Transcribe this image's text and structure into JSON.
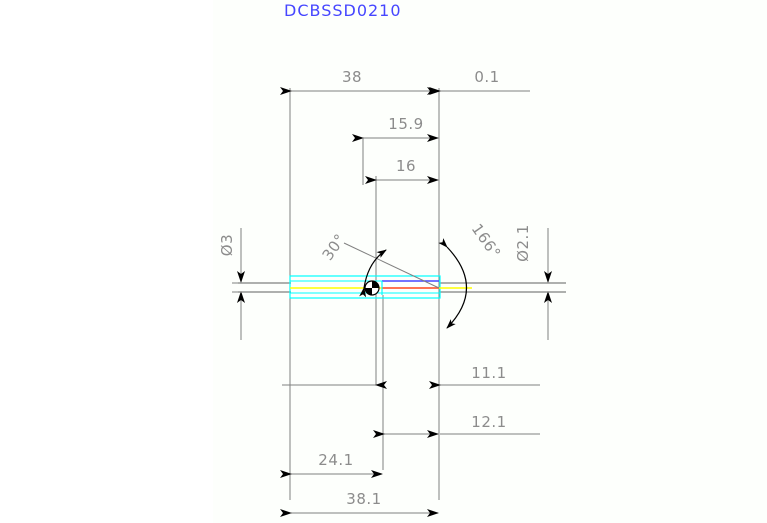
{
  "drawing": {
    "title": "DCBSSD0210",
    "title_color": "#4646ff",
    "background_color": "#fdfffc",
    "dimension_text_color": "#8c8c8c",
    "line_color": "#808080"
  },
  "dimensions": {
    "top_overall": "38",
    "top_gap": "0.1",
    "upper_mid": "15.9",
    "upper_inner": "16",
    "angle_taper": "30°",
    "angle_tip": "166°",
    "left_diameter": "Ø3",
    "right_diameter": "Ø2.1",
    "lower_upper": "11.1",
    "lower_mid": "12.1",
    "bottom_inner": "24.1",
    "bottom_overall": "38.1"
  },
  "geometry_colors": {
    "shaft_outline": "#00ffff",
    "centerline": "#ffff00",
    "tip_upper": "#4646ff",
    "tip_lower": "#ff4646",
    "profile": "#808080",
    "marker_fill": "#000000"
  }
}
